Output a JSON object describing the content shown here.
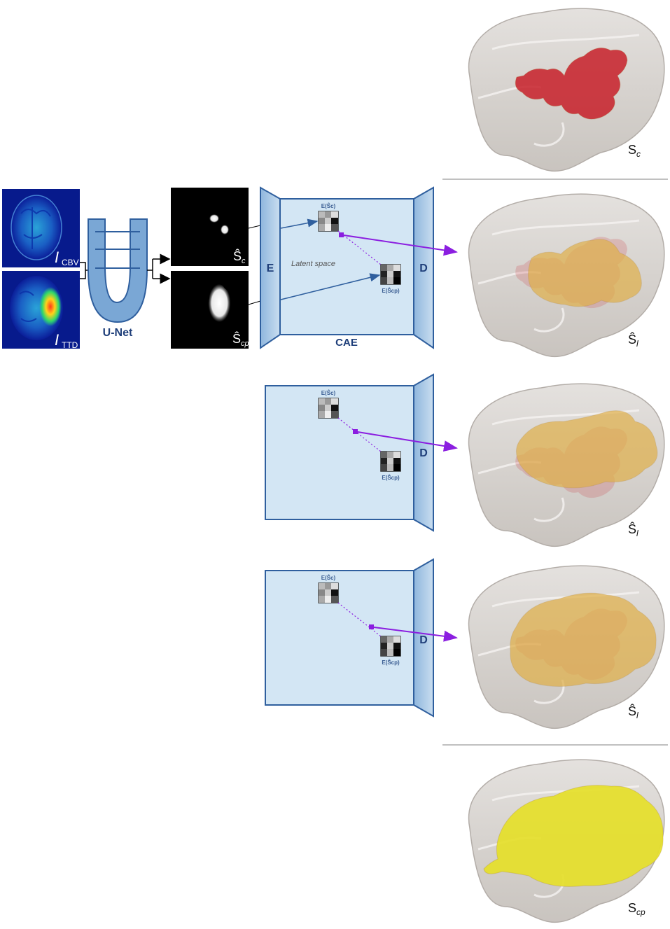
{
  "inputs": {
    "cbv_symbol": "I",
    "cbv_sub": "CBV",
    "ttd_symbol": "I",
    "ttd_sub": "TTD"
  },
  "unet": {
    "label": "U-Net"
  },
  "seg_outputs": {
    "core_symbol": "Ŝ",
    "core_sub": "c",
    "penumbra_symbol": "Ŝ",
    "penumbra_sub": "cp"
  },
  "cae": {
    "encoder_label": "E",
    "decoder_label": "D",
    "latent_label": "Latent space",
    "title": "CAE",
    "enc_core_label": "E(Ŝc)",
    "enc_pen_label": "E(Ŝcp)"
  },
  "brains": [
    {
      "symbol": "S",
      "sub": "c"
    },
    {
      "symbol": "Ŝ",
      "sub": "l"
    },
    {
      "symbol": "Ŝ",
      "sub": "l"
    },
    {
      "symbol": "Ŝ",
      "sub": "l"
    },
    {
      "symbol": "S",
      "sub": "cp"
    }
  ],
  "colors": {
    "panel_fill": "#d3e6f4",
    "panel_stroke": "#2f5f9e",
    "arrow_purple": "#8b1ee0",
    "lesion_core": "#c8202a",
    "lesion_interp": "#e0b04a",
    "lesion_penumbra": "#e6e02a",
    "text_blue": "#1f3f7a"
  }
}
